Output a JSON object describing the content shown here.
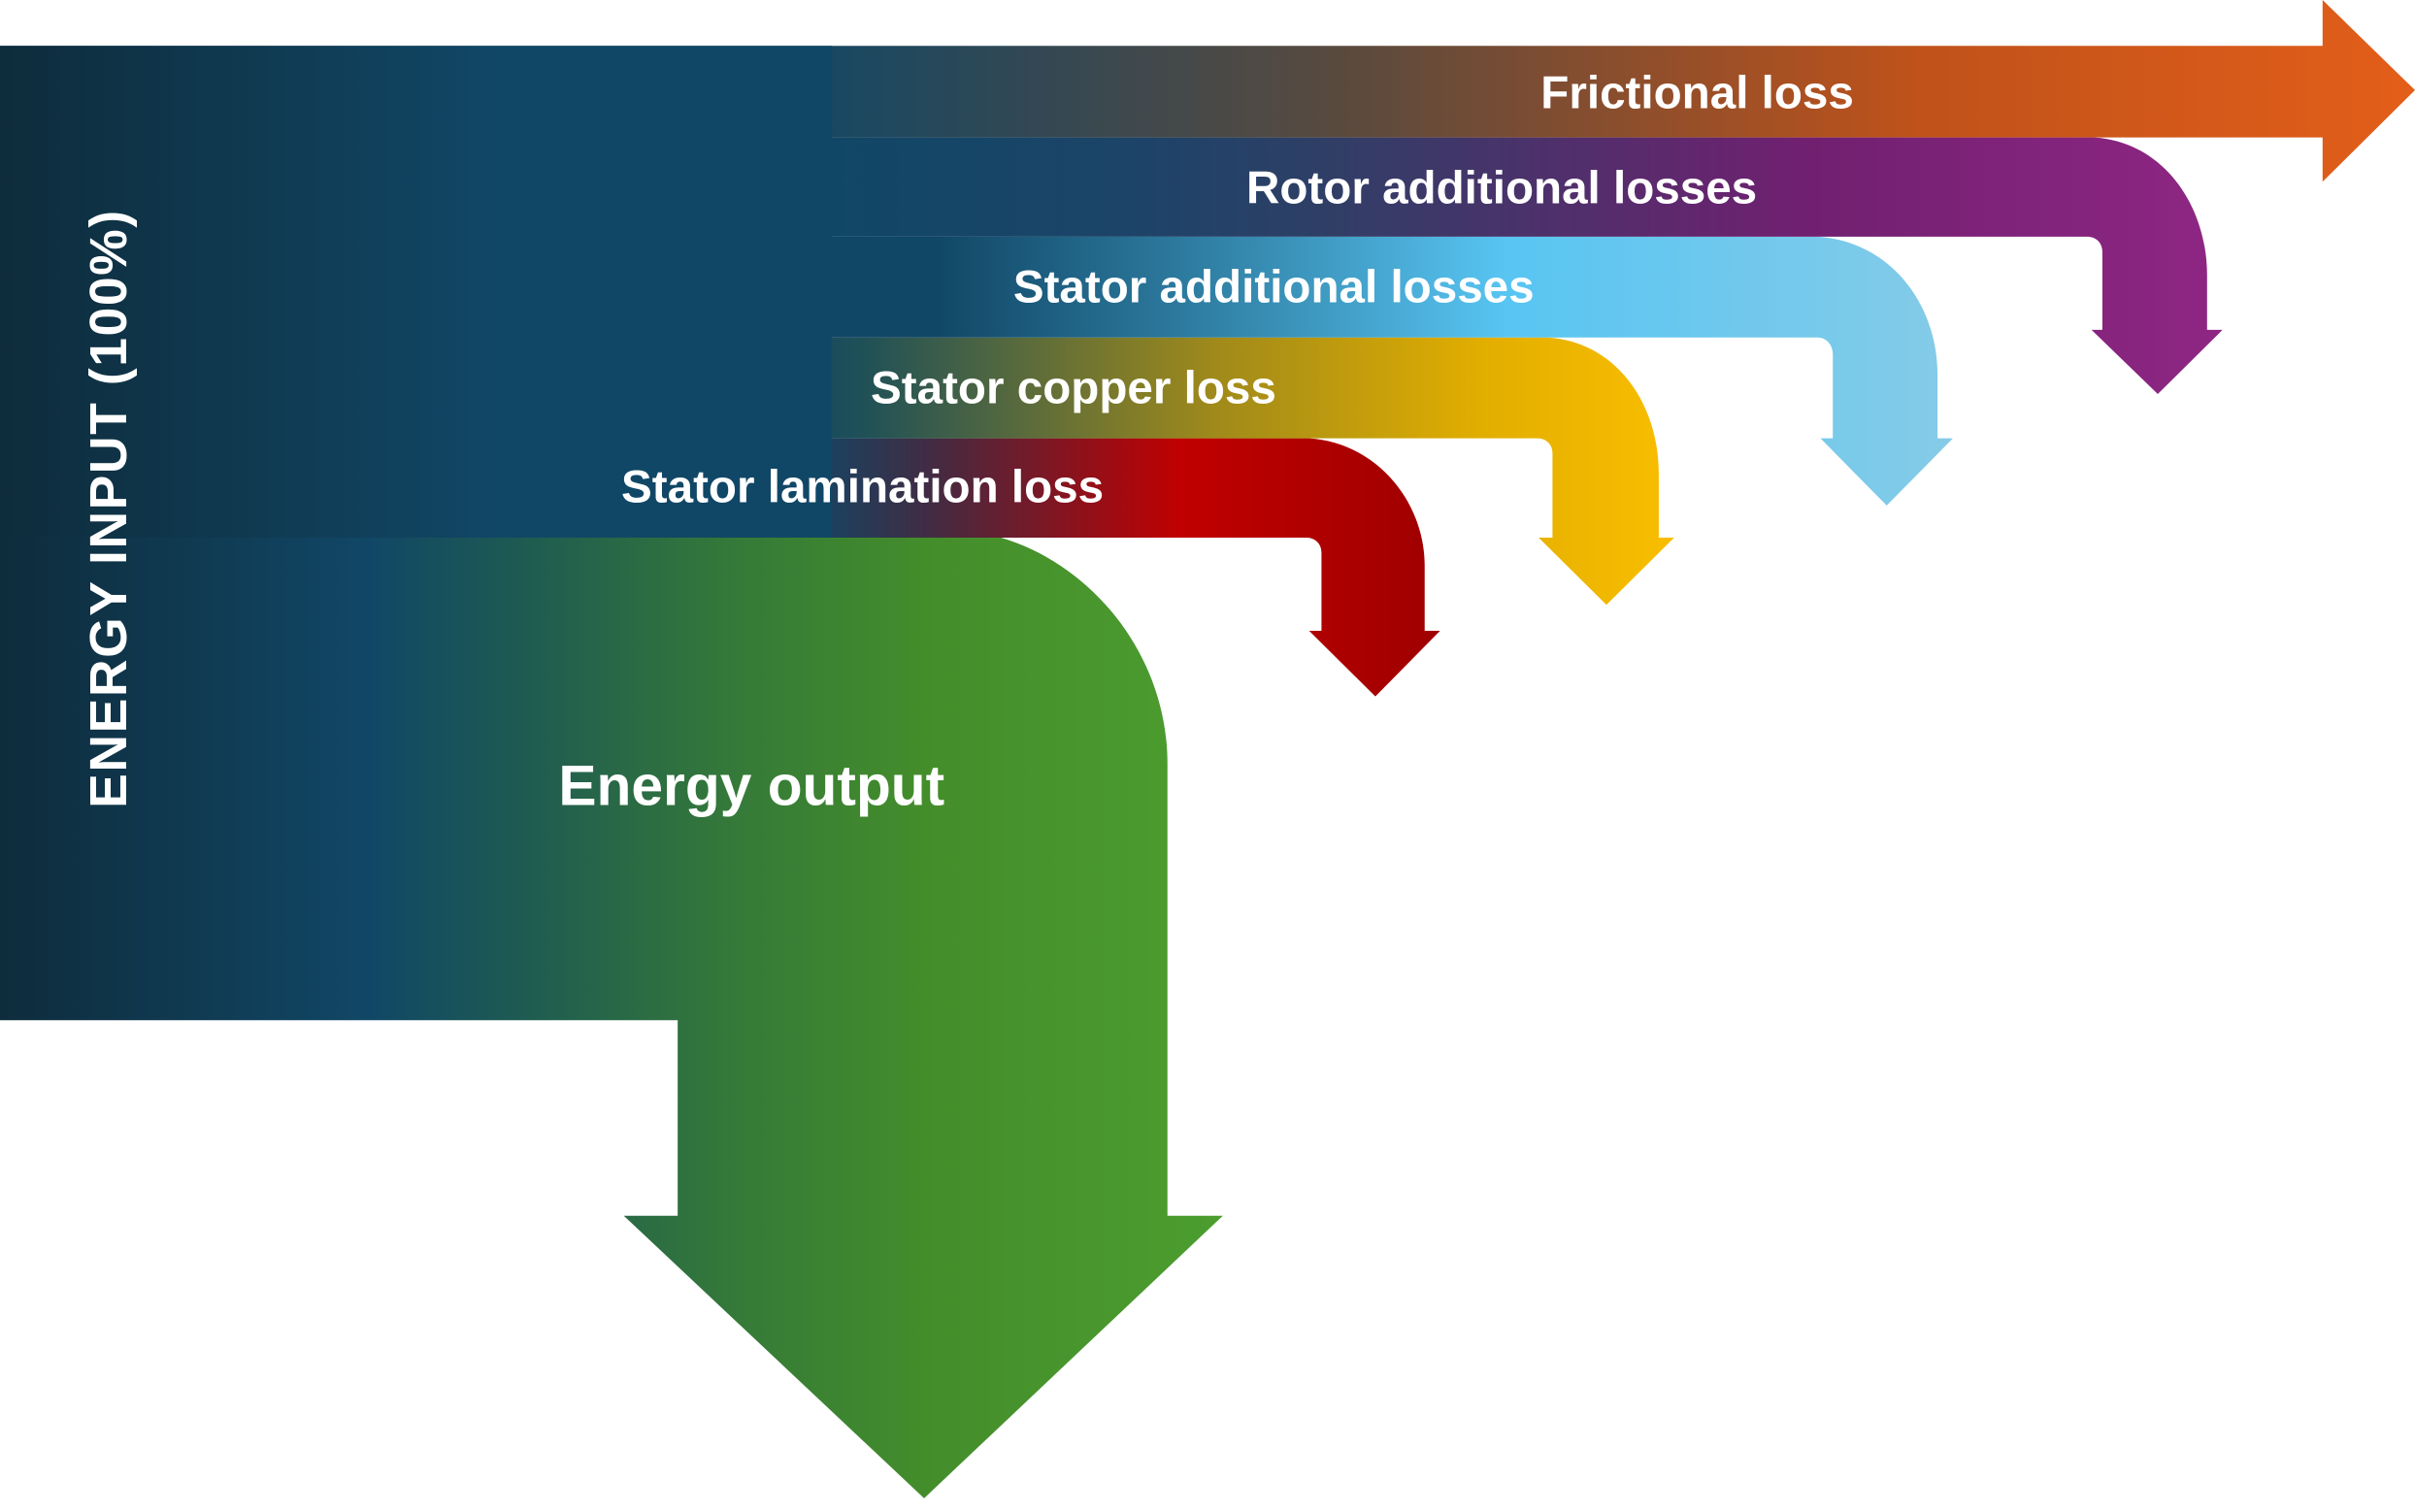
{
  "title": "Energy flow diagram of an electric motor",
  "input": {
    "label": "ENERGY INPUT (100%)",
    "color_start": "#0f2d3e",
    "color_mid": "#11486a"
  },
  "output": {
    "label": "Energy output",
    "color_start": "#22604d",
    "color_end": "#4c9e2f"
  },
  "losses": [
    {
      "id": "frictional",
      "label": "Frictional loss",
      "color": "#e35e19",
      "color_dim": "#8a4f30"
    },
    {
      "id": "rotor-additional",
      "label": "Rotor additional losses",
      "color": "#8e2683",
      "color_dim": "#3a3a66"
    },
    {
      "id": "stator-additional",
      "label": "Stator additional losses",
      "color": "#58c5f2",
      "color_end": "#82cbea",
      "color_dim": "#2f7ea3"
    },
    {
      "id": "stator-copper",
      "label": "Stator copper loss",
      "color": "#f8bd00",
      "color_dim": "#8c7c25"
    },
    {
      "id": "stator-lamination",
      "label": "Stator lamination loss",
      "color": "#c00000",
      "color_end": "#a00000",
      "color_dim": "#5a2a3a"
    }
  ]
}
